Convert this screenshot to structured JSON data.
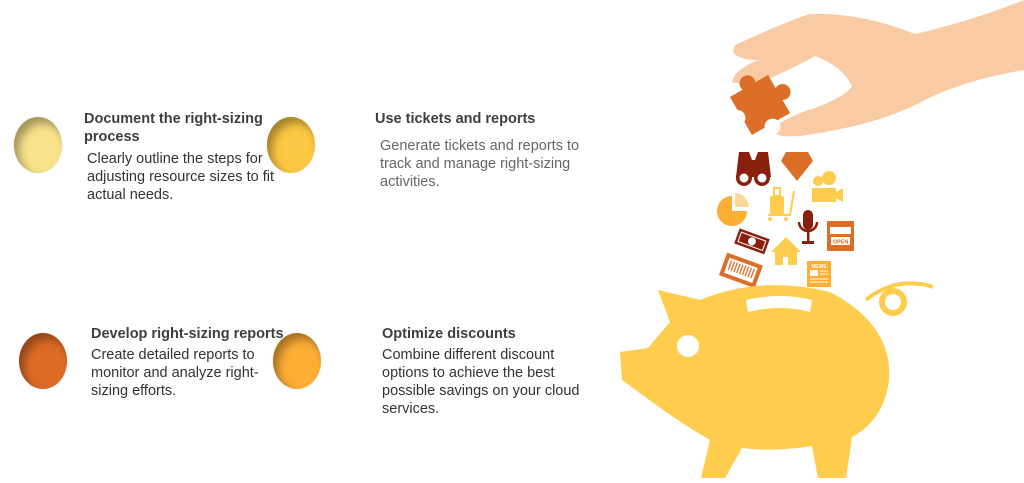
{
  "items": [
    {
      "title": "Document the right-sizing process",
      "title_lines": [
        "Document the right-sizing",
        "process"
      ],
      "body_lines": [
        "Clearly outline the steps for",
        "adjusting resource sizes to fit",
        "actual needs."
      ],
      "color": "#f8e28a"
    },
    {
      "title": "Use tickets and reports",
      "body_lines": [
        "Generate tickets and reports to",
        "track and manage right-sizing",
        "activities."
      ],
      "color": "#fdc843"
    },
    {
      "title": "Develop right-sizing reports",
      "body_lines": [
        "Create detailed reports to",
        "monitor and analyze right-",
        "sizing efforts."
      ],
      "color": "#dd6b26"
    },
    {
      "title": "Optimize discounts",
      "body_lines": [
        "Combine different discount",
        "options to achieve the best",
        "possible savings on your cloud",
        "services."
      ],
      "color": "#fcae35"
    }
  ],
  "illustration": {
    "store_sign": "OPEN",
    "newspaper_sign": "NEWS"
  },
  "colors": {
    "pig": "#fecd4d",
    "hand": "#f9cba4",
    "puzzle": "#dc6e28",
    "dark_red": "#8b1f0d"
  }
}
